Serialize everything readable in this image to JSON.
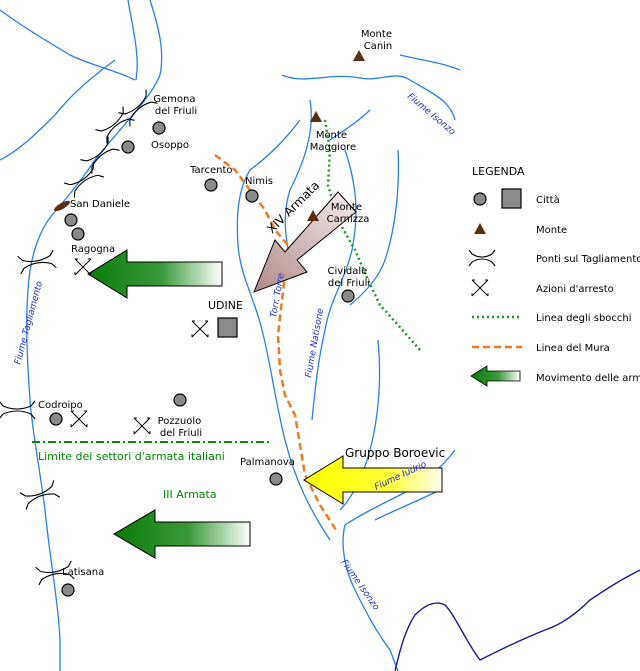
{
  "colors": {
    "river": "#2a7fe8",
    "city_fill": "#8a8a8a",
    "mountain": "#5a2e0e",
    "outlets_line": "#1a9c1a",
    "mura_line": "#f07a22",
    "italian_arrow": "#0a7a0a",
    "austro_arrow": "#ffff00",
    "xiv_arrow": "#c9a9a9",
    "sector_line": "#0a8a0a"
  },
  "places": {
    "monte_canin": [
      "Monte",
      "Canin"
    ],
    "monte_maggiore": [
      "Monte",
      "Maggiore"
    ],
    "gemona": [
      "Gemona",
      "del Friuli"
    ],
    "osoppo": "Osoppo",
    "tarcento": "Tarcento",
    "nimis": "Nimis",
    "monte_carnizza": [
      "Monte",
      "Carnizza"
    ],
    "san_daniele": "San Daniele",
    "ragogna": "Ragogna",
    "cividale": [
      "Cividale",
      "del Friuli"
    ],
    "udine": "UDINE",
    "codroipo": "Codroipo",
    "pozzuolo": [
      "Pozzuolo",
      "del Friuli"
    ],
    "palmanova": "Palmanova",
    "latisana": "Latisana"
  },
  "rivers": {
    "isonzo_north": "Fiume Isonzo",
    "isonzo_south": "Fiume Isonzo",
    "tagliamento": "Fiume Tagliamento",
    "torre": "Torr. Torre",
    "natisone": "Fiume Natisone",
    "iudrio": "Fiume Iudrio"
  },
  "armies": {
    "xiv": "XIV Armata",
    "boroevic": "Gruppo Boroevic",
    "iii": "III Armata",
    "sector_limit": "Limite dei settori d'armata italiani"
  },
  "legend": {
    "title": "LEGENDA",
    "items": [
      {
        "symbol": "city",
        "label": "Città"
      },
      {
        "symbol": "mountain",
        "label": "Monte"
      },
      {
        "symbol": "bridge",
        "label": "Ponti sul Tagliamento"
      },
      {
        "symbol": "stop",
        "label": "Azioni d'arresto"
      },
      {
        "symbol": "outlets",
        "label": "Linea degli sbocchi"
      },
      {
        "symbol": "mura",
        "label": "Linea del Mura"
      },
      {
        "symbol": "movement",
        "label": "Movimento delle armate"
      }
    ]
  }
}
